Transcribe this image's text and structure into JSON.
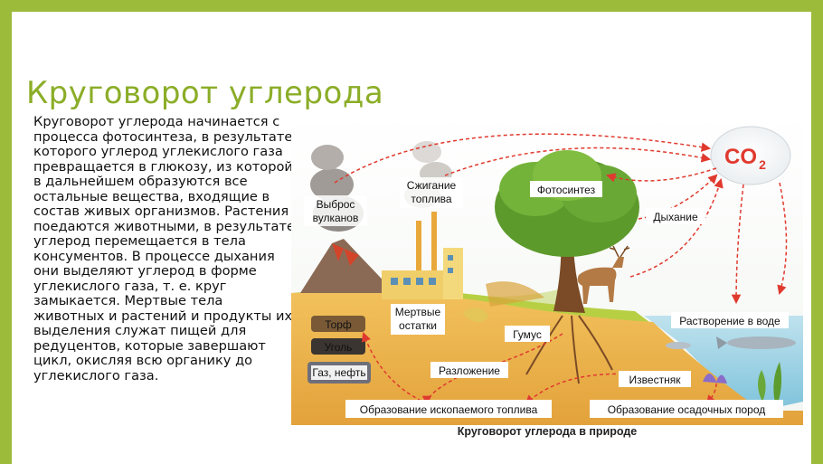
{
  "title": "Круговорот углерода",
  "body_text": "Круговорот углерода начинается с процесса фотосинтеза, в результате которого углерод углекислого газа превращается в глюкозу, из которой в дальнейшем образуются все остальные вещества, входящие в состав живых организмов. Растения поедаются животными, в результате углерод перемещается в тела консументов. В процессе дыхания они выделяют углерод в форме углекислого газа, т. е. круг замыкается. Мертвые тела животных и растений и продукты их выделения служат пищей для редуцентов, которые завершают цикл, окисляя всю органику до углекислого газа.",
  "diagram": {
    "co2": "CO",
    "co2_sub": "2",
    "labels": {
      "volcano_1": "Выброс",
      "volcano_2": "вулканов",
      "burning_1": "Сжигание",
      "burning_2": "топлива",
      "photosynthesis": "Фотосинтез",
      "respiration": "Дыхание",
      "dissolution": "Растворение в воде",
      "dead_1": "Мертвые",
      "dead_2": "остатки",
      "humus": "Гумус",
      "peat": "Торф",
      "coal": "Уголь",
      "gas_oil": "Газ, нефть",
      "decomposition": "Разложение",
      "limestone": "Известняк",
      "fossil_fuel": "Образование ископаемого топлива",
      "sediment": "Образование осадочных пород"
    }
  },
  "caption": "Круговорот углерода в природе",
  "colors": {
    "frame": "#9dbb3a",
    "title": "#8bad27",
    "arrow": "#e03a2f"
  }
}
